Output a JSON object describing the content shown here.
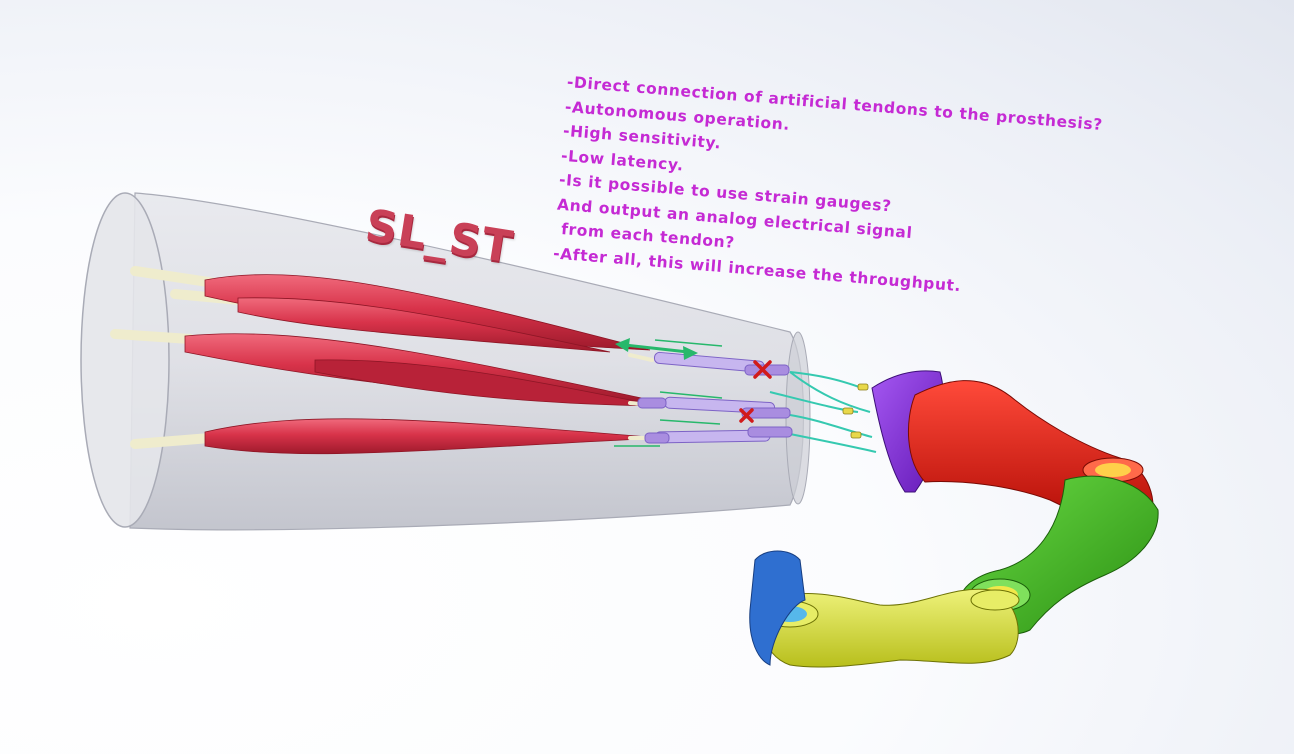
{
  "model_label": "SL_ST",
  "notes": [
    "-Direct connection of artificial tendons to the prosthesis?",
    "-Autonomous operation.",
    "-High sensitivity.",
    "-Low latency.",
    "-Is it possible to use strain gauges?",
    "And output an analog electrical signal",
    " from each tendon?",
    "-After all, this will increase the throughput."
  ],
  "colors": {
    "muscle": "#d8334a",
    "tendon": "#efeccd",
    "housing": "#cfd0d8",
    "notes_text": "#c52ad4",
    "label_text": "#c94057",
    "sensor": "#a98de0",
    "cable": "#35c9b0",
    "arrow": "#27b86b",
    "cross": "#d11b1b",
    "segment_purple": "#8d2fe0",
    "segment_red": "#e81c12",
    "segment_green": "#43c021",
    "segment_yellow": "#dce435",
    "segment_blue": "#2f6fd0"
  }
}
